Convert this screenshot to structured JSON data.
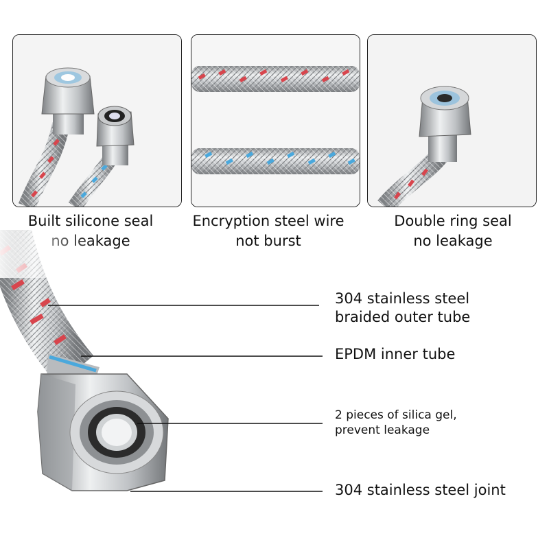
{
  "panels": [
    {
      "caption_line1": "Built silicone seal",
      "caption_line2": "no leakage"
    },
    {
      "caption_line1": "Encryption steel wire",
      "caption_line2": "not burst"
    },
    {
      "caption_line1": "Double ring seal",
      "caption_line2": "no leakage"
    }
  ],
  "callouts": [
    {
      "line1": "304 stainless steel",
      "line2": "braided outer tube"
    },
    {
      "line1": "EPDM inner tube"
    },
    {
      "line1": "2 pieces of silica gel,",
      "line2": "prevent leakage"
    },
    {
      "line1": "304 stainless steel joint"
    }
  ],
  "colors": {
    "braid_red": "#d8454d",
    "braid_blue": "#4aa8dc",
    "steel": "#c9cbcd",
    "line": "#111111"
  }
}
